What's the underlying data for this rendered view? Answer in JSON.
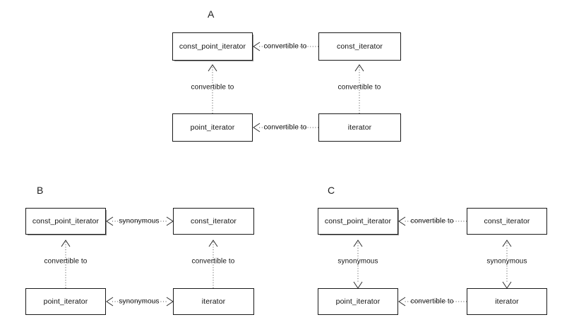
{
  "figure": {
    "background_color": "#ffffff",
    "box_border_color": "#1a1a1a",
    "line_color": "#4a4a4a",
    "text_color": "#111111"
  },
  "panels": [
    {
      "id": "A",
      "label": "A",
      "nodes": {
        "top_left": "const_point_iterator",
        "top_right": "const_iterator",
        "bottom_left": "point_iterator",
        "bottom_right": "iterator"
      },
      "edges": [
        {
          "name": "top-horizontal",
          "label": "convertible to",
          "direction": "left"
        },
        {
          "name": "bottom-horizontal",
          "label": "convertible to",
          "direction": "left"
        },
        {
          "name": "left-vertical",
          "label": "convertible to",
          "direction": "up"
        },
        {
          "name": "right-vertical",
          "label": "convertible to",
          "direction": "up"
        }
      ]
    },
    {
      "id": "B",
      "label": "B",
      "nodes": {
        "top_left": "const_point_iterator",
        "top_right": "const_iterator",
        "bottom_left": "point_iterator",
        "bottom_right": "iterator"
      },
      "edges": [
        {
          "name": "top-horizontal",
          "label": "synonymous",
          "direction": "both"
        },
        {
          "name": "bottom-horizontal",
          "label": "synonymous",
          "direction": "both"
        },
        {
          "name": "left-vertical",
          "label": "convertible to",
          "direction": "up"
        },
        {
          "name": "right-vertical",
          "label": "convertible to",
          "direction": "up"
        }
      ]
    },
    {
      "id": "C",
      "label": "C",
      "nodes": {
        "top_left": "const_point_iterator",
        "top_right": "const_iterator",
        "bottom_left": "point_iterator",
        "bottom_right": "iterator"
      },
      "edges": [
        {
          "name": "top-horizontal",
          "label": "convertible to",
          "direction": "left"
        },
        {
          "name": "bottom-horizontal",
          "label": "convertible to",
          "direction": "left"
        },
        {
          "name": "left-vertical",
          "label": "synonymous",
          "direction": "both"
        },
        {
          "name": "right-vertical",
          "label": "synonymous",
          "direction": "both"
        }
      ]
    }
  ]
}
